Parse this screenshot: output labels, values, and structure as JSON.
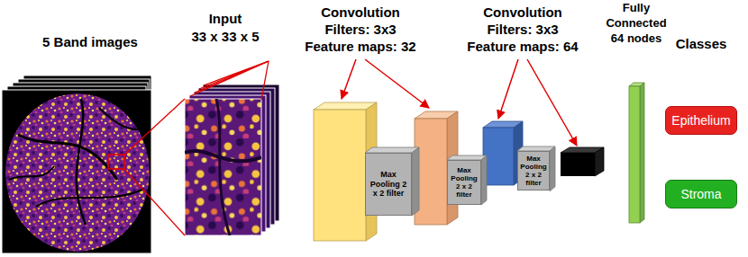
{
  "diagram": {
    "nodes": [
      {
        "text": [
          "Max Pooling 2 x 2 filter"
        ]
      },
      {
        "text": [
          "Max Pooling 2 x 2 filter"
        ]
      },
      {
        "text": [
          "Max Pooling 2 x 2 filter"
        ]
      },
      {
        "text": [
          "Epithelium"
        ]
      },
      {
        "text": [
          "Stroma"
        ]
      }
    ],
    "labels": [
      "5 Band images",
      "Input",
      "33 x 33 x 5",
      "Convolution",
      "Filters: 3x3",
      "Feature maps: 32",
      "Convolution",
      "Filters: 3x3",
      "Feature maps: 64",
      "Fully",
      "Connected",
      "64 nodes",
      "Classes"
    ]
  }
}
